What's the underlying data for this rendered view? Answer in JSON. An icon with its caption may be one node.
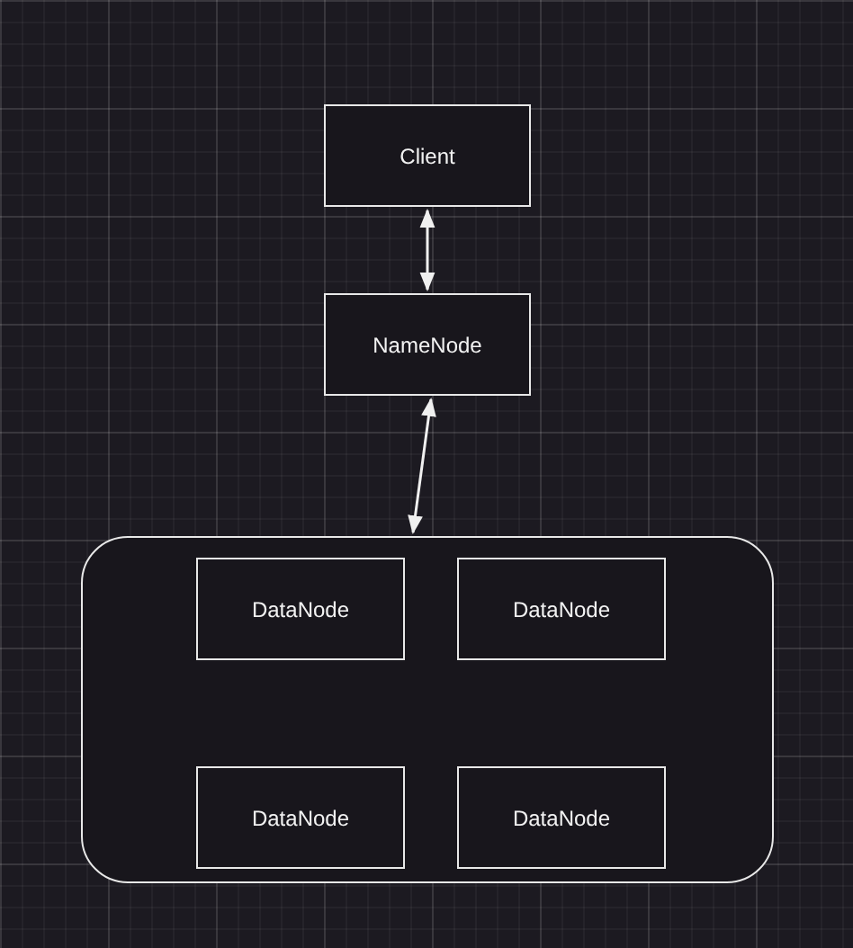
{
  "diagram": {
    "nodes": [
      {
        "text": [
          "Client"
        ]
      },
      {
        "text": [
          "NameNode"
        ]
      },
      {
        "text": [],
        "shape": "box"
      },
      {
        "text": [
          "DataNode"
        ],
        "in": 2
      },
      {
        "text": [
          "DataNode"
        ],
        "in": 2
      },
      {
        "text": [
          "DataNode"
        ],
        "in": 2
      },
      {
        "text": [
          "DataNode"
        ],
        "in": 2
      }
    ],
    "edges": [
      {
        "from": 0,
        "to": 1,
        "arrow": "both"
      },
      {
        "from": 1,
        "to": 2,
        "arrow": "both"
      }
    ]
  }
}
